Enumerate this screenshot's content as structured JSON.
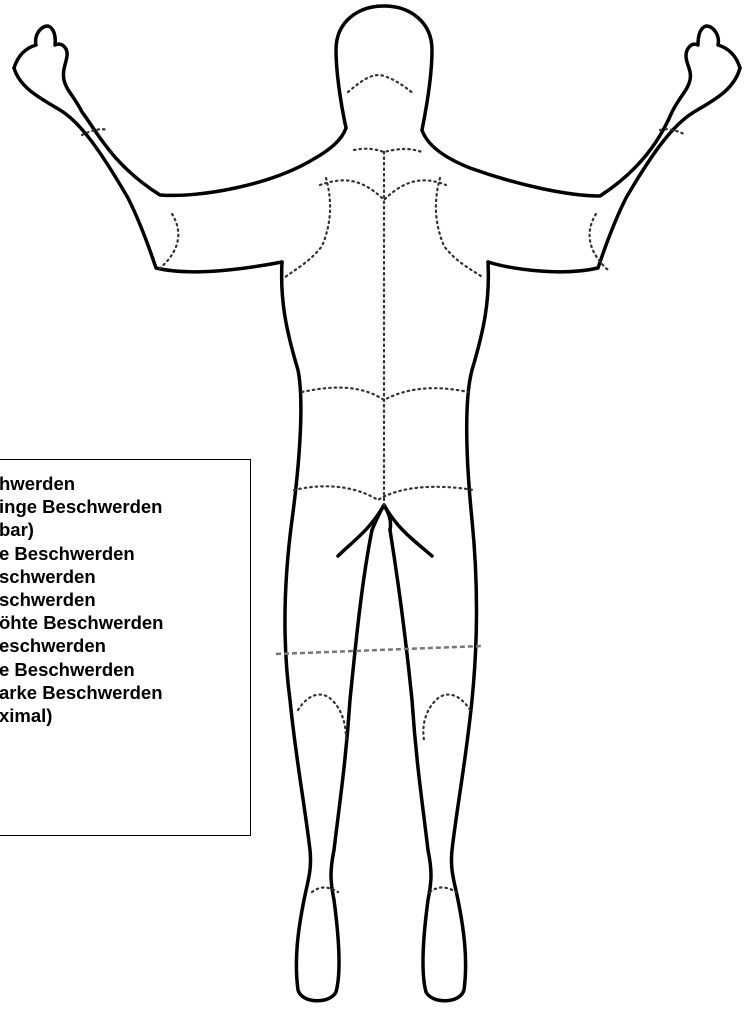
{
  "legend": {
    "lines": [
      "hwerden",
      "inge Beschwerden",
      "bar)",
      "e Beschwerden",
      "schwerden",
      "schwerden",
      "öhte Beschwerden",
      "eschwerden",
      "e Beschwerden",
      "arke Beschwerden",
      "ximal)"
    ]
  },
  "colors": {
    "outline": "#000000",
    "zone_lines": "#333333",
    "grey_dashed_line": "#777777",
    "background": "#ffffff"
  }
}
